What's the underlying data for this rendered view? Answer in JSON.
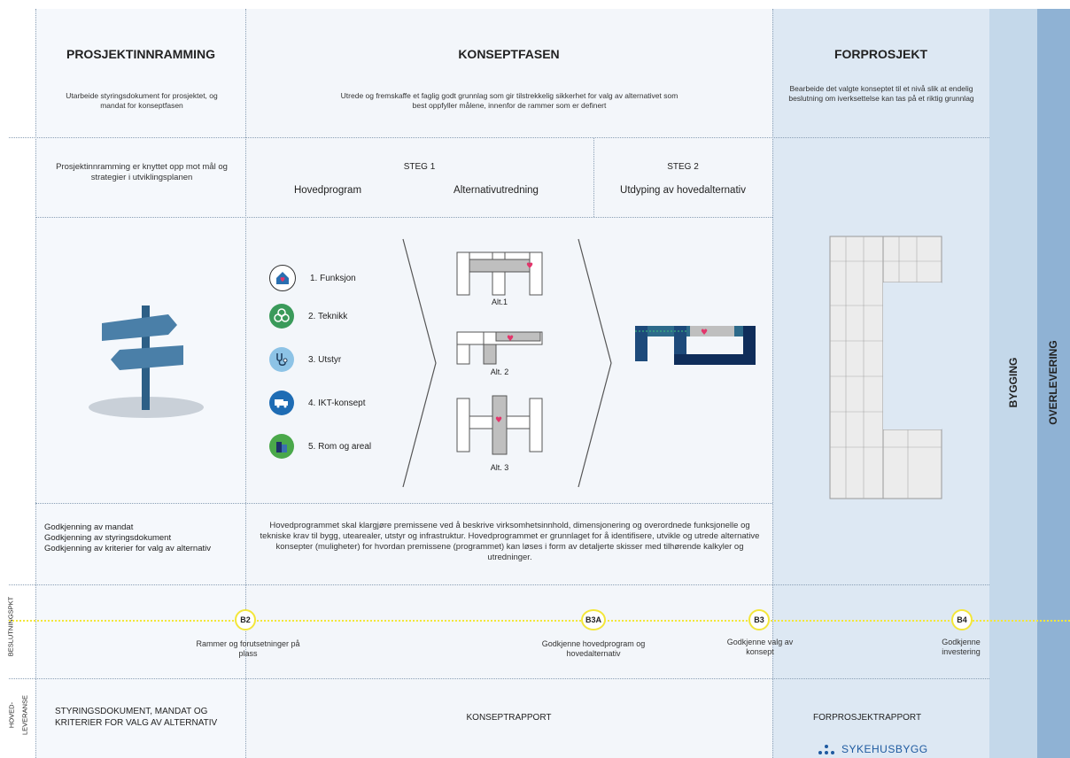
{
  "phases": {
    "prosjektinnramming": {
      "title": "PROSJEKTINNRAMMING",
      "desc": "Utarbeide styringsdokument for prosjektet, og mandat for konseptfasen",
      "sub": "Prosjektinnramming er knyttet opp mot mål og strategier i utviklingsplanen",
      "approvals": [
        "Godkjenning av mandat",
        "Godkjenning av styringsdokument",
        "Godkjenning av kriterier for valg av alternativ"
      ]
    },
    "konseptfasen": {
      "title": "KONSEPTFASEN",
      "desc": "Utrede og fremskaffe et faglig godt grunnlag som gir tilstrekkelig sikkerhet for valg av alternativet som best oppfyller målene, innenfor de rammer som er definert",
      "steg1": "STEG 1",
      "steg1_a": "Hovedprogram",
      "steg1_b": "Alternativutredning",
      "steg2": "STEG 2",
      "steg2_a": "Utdyping av hovedalternativ",
      "body": "Hovedprogrammet skal klargjøre premissene ved å beskrive virksomhetsinnhold, dimensjonering og overordnede funksjonelle og tekniske krav til bygg, utearealer, utstyr og infrastruktur. Hovedprogrammet er grunnlaget for å identifisere, utvikle og utrede alternative konsepter (muligheter) for hvordan premissene (programmet) kan løses i form av detaljerte skisser med tilhørende kalkyler og utredninger."
    },
    "forprosjekt": {
      "title": "FORPROSJEKT",
      "desc": "Bearbeide det valgte konseptet til et nivå slik at endelig beslutning om iverksettelse kan tas på et riktig grunnlag"
    },
    "bygging": "BYGGING",
    "overlevering": "OVERLEVERING"
  },
  "program_items": [
    {
      "label": "1. Funksjon",
      "icon": "house-heart-icon",
      "color": "#2a6fb0"
    },
    {
      "label": "2. Teknikk",
      "icon": "gears-icon",
      "color": "#3a9a5a"
    },
    {
      "label": "3. Utstyr",
      "icon": "stethoscope-icon",
      "color": "#8dc3e6"
    },
    {
      "label": "4. IKT-konsept",
      "icon": "truck-icon",
      "color": "#1e6cb4"
    },
    {
      "label": "5. Rom og areal",
      "icon": "buildings-icon",
      "color": "#4aa84a"
    }
  ],
  "alternatives": [
    "Alt.1",
    "Alt. 2",
    "Alt. 3"
  ],
  "side_labels": {
    "beslutning": "BESLUTNINGSPKT",
    "hovedleveranse_a": "HOVED-",
    "hovedleveranse_b": "LEVERANSE"
  },
  "milestones": [
    {
      "code": "B2",
      "label": "Rammer og forutsetninger på plass"
    },
    {
      "code": "B3A",
      "label": "Godkjenne hovedprogram og hovedalternativ"
    },
    {
      "code": "B3",
      "label": "Godkjenne valg av konsept"
    },
    {
      "code": "B4",
      "label": "Godkjenne investering"
    }
  ],
  "deliverables": {
    "prosjektinnramming": "STYRINGSDOKUMENT, MANDAT OG KRITERIER FOR VALG AV ALTERNATIV",
    "konseptfasen": "KONSEPTRAPPORT",
    "forprosjekt": "FORPROSJEKTRAPPORT"
  },
  "logo": "SYKEHUSBYGG",
  "colors": {
    "forprosjekt_bg": "#dde8f3",
    "bygging_bg": "#c4d8ea",
    "overlevering_bg": "#8fb2d4",
    "milestone_ring": "#f3e63a",
    "heart": "#e3356b"
  }
}
